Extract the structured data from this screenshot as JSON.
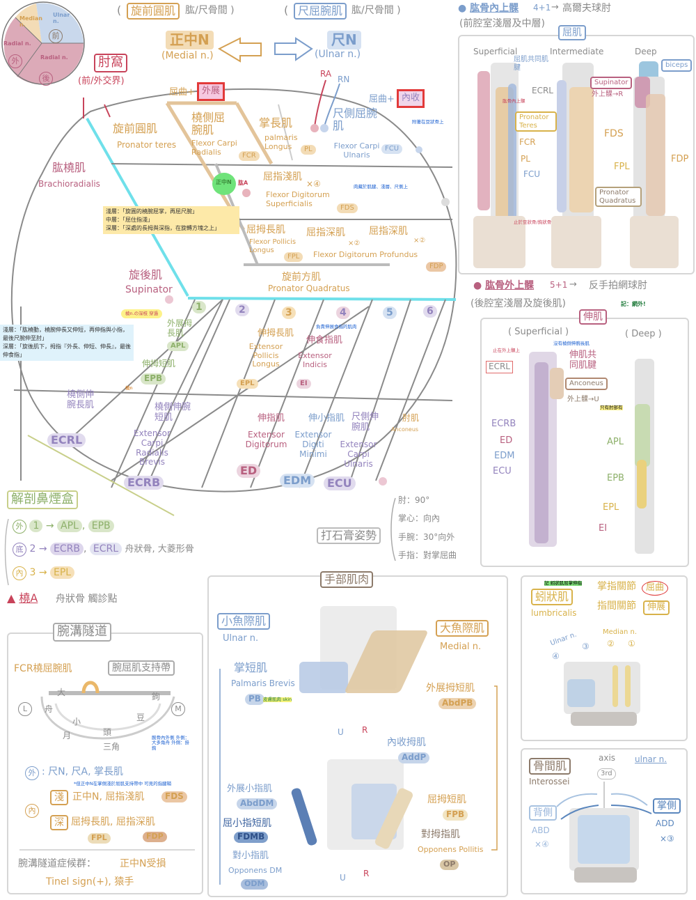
{
  "nerve_pie": {
    "median": "Median n.",
    "ulnar": "Ulnar n.",
    "radial_left": "Radial n.",
    "radial_right": "Radial n.",
    "front": "前",
    "lateral": "外",
    "back": "後"
  },
  "top": {
    "pronator_ref_open": "(",
    "pronator_ref": "旋前圓肌",
    "pronator_ref_tail": "肱/尺骨間 )",
    "fcu_ref_open": "(",
    "fcu_ref": "尺屈腕肌",
    "fcu_ref_tail": "肱/尺骨間 )",
    "median_n": "正中N",
    "median_n_en": "(Medial n.)",
    "ulnar_n": "尺N",
    "ulnar_n_en": "(Ulnar n.)",
    "cubital_fossa": "肘窩",
    "cubital_border": "(前/外交界)"
  },
  "forearm_anterior": {
    "flex_abduct": "屈曲+",
    "abduct_box": "外展",
    "flex_adduct": "屈曲+",
    "adduct_box": "內收",
    "ra": "RA",
    "rn": "RN",
    "pronator_teres_zh": "旋前圓肌",
    "pronator_teres_en": "Pronator teres",
    "fcr_zh": "橈側屈腕肌",
    "fcr_en": "Flexor Carpi Radialis",
    "fcr": "FCR",
    "pl_zh": "掌長肌",
    "pl_en": "palmaris Longus",
    "pl": "PL",
    "fcu_zh": "尺側屈腕肌",
    "fcu_en": "Flexor Carpi Ulnaris",
    "fcu": "FCU",
    "fcu_note": "附著在豆狀骨上",
    "brachioradialis_zh": "肱橈肌",
    "brachioradialis_en": "Brachioradialis",
    "median_n": "正中N",
    "brachial_a": "肱A",
    "fds_zh": "屈指淺肌",
    "fds_count": "×④",
    "fds_en": "Flexor Digitorum Superficialis",
    "fds": "FDS",
    "fds_note": "肉藏於肌腱、淺層、尺側上",
    "fpl_zh": "屈拇長肌",
    "fpl_en": "Flexor Pollicis Longus",
    "fpl": "FPL",
    "fdp_zh1": "屈指深肌",
    "fdp_count1": "×②",
    "fdp_zh2": "屈指深肌",
    "fdp_count2": "×②",
    "fdp_en": "Flexor Digitorum Profundus",
    "fdp": "FDP",
    "pq_zh": "旋前方肌",
    "pq_en": "Pronator Quadratus",
    "mnemonic": [
      {
        "layer": "淺層：",
        "text": "「旋圓的橈腕屈掌，再屈尺腕」"
      },
      {
        "layer": "中層：",
        "text": "「屈住指淺」"
      },
      {
        "layer": "深層：",
        "text": "「深處的長拇與深指，在旋轉方塊之上」"
      }
    ]
  },
  "forearm_posterior": {
    "supinator_zh": "旋後肌",
    "supinator_en": "Supinator",
    "radial_n_note": "橈n.の深枝 穿過",
    "radial_n_dot": "橈n",
    "compartments": [
      "1",
      "2",
      "3",
      "4",
      "5",
      "6"
    ],
    "apl_zh": "外展拇長肌",
    "apl": "APL",
    "epb_zh": "伸拇短肌",
    "epb": "EPB",
    "epl_zh": "伸拇長肌",
    "epl_en": "Extensor Pollicis Longus",
    "epl": "EPL",
    "ei_zh": "伸食指肌",
    "ei_en": "Extensor Indicis",
    "ei": "EI",
    "ei_note": "負責伸展食指的肌肉",
    "ecrl_zh": "橈側伸腕長肌",
    "ecrl": "ECRL",
    "ecrb_zh": "橈側伸腕短肌",
    "ecrb_en": "Extensor Carpi Radialis Brevis",
    "ecrb": "ECRB",
    "ed_zh": "伸指肌",
    "ed_en": "Extensor Digitorum",
    "ed": "ED",
    "edm_zh": "伸小指肌",
    "edm_en": "Extensor Digiti Minimi",
    "edm": "EDM",
    "ecu_zh": "尺側伸腕肌",
    "ecu_en": "Extensor Carpi Ulnaris",
    "ecu": "ECU",
    "anconeus_zh": "肘肌",
    "anconeus_en": "Anconeus",
    "mnemonic": [
      {
        "layer": "淺層：",
        "text": "「肱橈動，橈腕伸長又伸短，再伸指與小指，最後尺腕伸至肘」"
      },
      {
        "layer": "深層：",
        "text": "「旋後肌下，拇指『外長、伸短、伸長』，最後伸食指」"
      }
    ]
  },
  "snuffbox": {
    "title": "解剖鼻煙盒",
    "rows": [
      {
        "mark": "外",
        "num": "1",
        "arrow": "→",
        "items": [
          "APL",
          "EPB"
        ],
        "extra": ""
      },
      {
        "mark": "底",
        "num": "2",
        "arrow": "→",
        "items": [
          "ECRB",
          "ECRL"
        ],
        "extra": "舟狀骨, 大菱形骨"
      },
      {
        "mark": "內",
        "num": "3",
        "arrow": "→",
        "items": [
          "EPL"
        ],
        "extra": ""
      }
    ],
    "radial_a": "橈A",
    "radial_a_tail": "舟狀骨 觸診點"
  },
  "cast": {
    "title": "打石膏姿勢",
    "items": [
      "肘：90°",
      "掌心：向內",
      "手腕：30°向外",
      "手指：對掌屈曲"
    ]
  },
  "medial_epicondyle": {
    "title": "肱骨內上髁",
    "count": "4+1",
    "arrow": "→",
    "desc": "高爾夫球肘",
    "sub": "(前腔室淺層及中層)",
    "panel_title": "屈肌",
    "superficial": "Superficial",
    "intermediate": "Intermediate",
    "deep": "Deep",
    "common_tendon": "屈肌共同肌腱",
    "tiny_note1": "肱骨內上髁",
    "tiny_note2": "止於豆狀骨/鉤狀骨",
    "labels": {
      "pronator_teres": "Pronator Teres",
      "fcr": "FCR",
      "pl": "PL",
      "fcu": "FCU",
      "ecrl": "ECRL",
      "supinator": "Supinator",
      "supinator_note": "外上髁→R",
      "fds": "FDS",
      "biceps": "biceps",
      "fpl": "FPL",
      "fdp": "FDP",
      "pq": "Pronator Quadratus"
    }
  },
  "lateral_epicondyle": {
    "title": "肱骨外上髁",
    "count": "5+1",
    "arrow": "→",
    "desc": "反手拍網球肘",
    "sub": "(後腔室淺層及旋後肌)",
    "panel_title": "伸肌",
    "green_note": "記：網外!",
    "superficial": "( Superficial )",
    "deep": "( Deep )",
    "ecrl_note": "止在外上髁上",
    "no_note": "沒有橈側伸腕長肌",
    "common_tendon": "伸肌共同肌腱",
    "labels": {
      "ecrl": "ECRL",
      "anconeus": "Anconeus",
      "anconeus_note": "外上髁→U",
      "anconeus_tiny": "只有肘部有",
      "ecrb": "ECRB",
      "ed": "ED",
      "edm": "EDM",
      "ecu": "ECU",
      "apl": "APL",
      "epb": "EPB",
      "epl": "EPL",
      "ei": "EI"
    }
  },
  "carpal_tunnel": {
    "title": "腕溝隧道",
    "fcr": "FCR橈屈腕肌",
    "retinaculum": "腕屈肌支持帶",
    "bones": {
      "da": "大",
      "zhou": "舟",
      "xiao": "小",
      "tou": "頭",
      "yue": "月",
      "sanjiao": "三角",
      "dou": "豆",
      "gou": "鉤"
    },
    "L": "L",
    "M": "M",
    "tiny_note": "腕骨內外側 外側：大多角舟 外側：掛鉤",
    "outer_mark": "外",
    "outer": ": 尺N, 尺A, 掌長肌",
    "inner_mark": "內",
    "shallow_mark": "淺",
    "shallow": "正中N, 屈指淺肌",
    "fds": "FDS",
    "deep_mark": "深",
    "deep": "屈拇長肌, 屈指深肌",
    "fpl": "FPL",
    "fdp": "FDP",
    "blue_note": "*但正中N在掌側淺於屈肌支持帶中 可見的指腱鞘",
    "syndrome": "腕溝隧道症候群：",
    "syndrome_cause": "正中N受損",
    "tinel": "Tinel sign(+), 猿手"
  },
  "hand_muscles": {
    "title": "手部肌肉",
    "hypothenar": "小魚際肌",
    "hypothenar_n": "Ulnar n.",
    "thenar": "大魚際肌",
    "thenar_n": "Medial n.",
    "pb_zh": "掌短肌",
    "pb_en": "Palmaris Brevis",
    "pb": "PB",
    "pb_note": "皮膚肌肉 skin",
    "abdpb_zh": "外展拇短肌",
    "abdpb": "AbdPB",
    "addp_zh": "內收拇肌",
    "addp": "AddP",
    "abddm_zh": "外展小指肌",
    "abddm": "AbdDM",
    "fdmb_zh": "屈小指短肌",
    "fdmb": "FDMB",
    "odm_zh": "對小指肌",
    "odm_en": "Opponens DM",
    "odm": "ODM",
    "fpb_zh": "屈拇短肌",
    "fpb": "FPB",
    "op_zh": "對拇指肌",
    "op_en": "Opponens Pollitis",
    "op": "OP",
    "u": "U",
    "r": "R"
  },
  "lumbricals": {
    "title": "蚓狀肌",
    "title_en": "lumbricalis",
    "mcp": "掌指關節",
    "mcp_action": "屈曲",
    "ip": "指間關節",
    "ip_action": "伸展",
    "tiny": "記 蚓狀肌屈掌伸指",
    "ulnar": "Ulnar n.",
    "median": "Median n.",
    "nums": [
      "④",
      "③",
      "②",
      "①"
    ]
  },
  "interossei": {
    "title": "骨間肌",
    "title_en": "Interossei",
    "axis": "axis",
    "third": "3rd",
    "ulnar": "ulnar n.",
    "dorsal": "背側",
    "dorsal_action": "ABD",
    "dorsal_count": "×④",
    "palmar": "掌側",
    "palmar_action": "ADD",
    "palmar_count": "×③"
  }
}
